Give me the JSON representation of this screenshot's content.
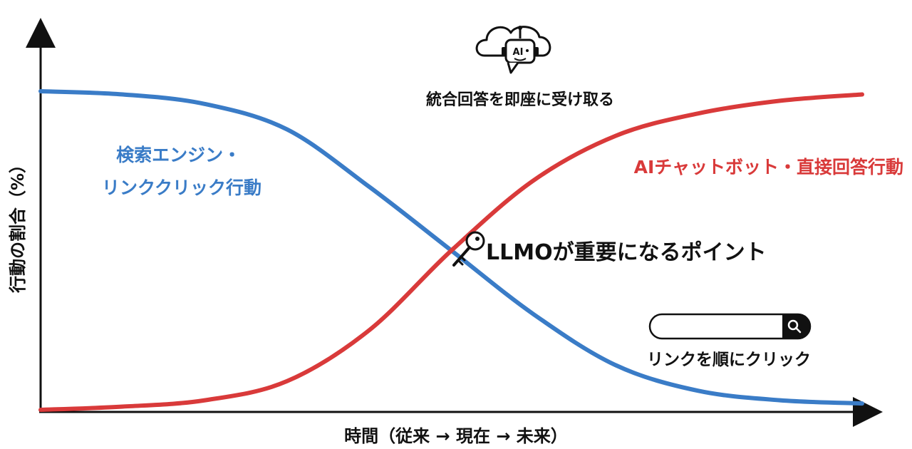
{
  "chart_data": {
    "type": "line",
    "title": "",
    "xlabel": "時間（従来 → 現在 → 未来）",
    "ylabel": "行動の割合（%）",
    "grid": false,
    "legend": "none",
    "series": [
      {
        "name": "検索エンジン・リンククリック行動",
        "label_lines": [
          "検索エンジン・",
          "リンククリック行動"
        ],
        "color": "#3a7cc7",
        "trend": "decreasing",
        "values": [
          100,
          99,
          96,
          88,
          70,
          50,
          30,
          14,
          6,
          3,
          2
        ]
      },
      {
        "name": "AIチャットボット・直接回答行動",
        "label_lines": [
          "AIチャットボット・直接回答行動"
        ],
        "color": "#d93a3a",
        "trend": "increasing",
        "values": [
          0,
          1,
          3,
          9,
          25,
          50,
          72,
          86,
          93,
          97,
          99
        ]
      }
    ],
    "annotations": {
      "crossover_label": "LLMOが重要になるポイント",
      "ai_caption": "統合回答を即座に受け取る",
      "search_caption": "リンクを順にクリック",
      "ai_icon_text": "AI"
    },
    "icons": {
      "ai": "ai-cloud-robot-icon",
      "key": "key-icon",
      "search": "search-icon"
    }
  }
}
